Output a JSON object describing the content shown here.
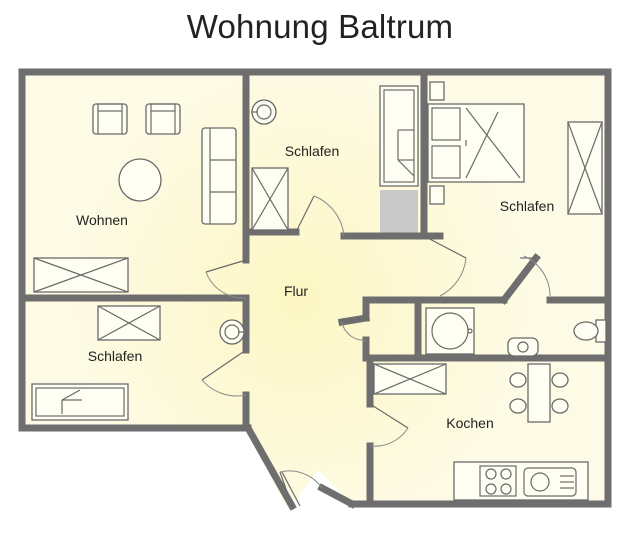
{
  "title": "Wohnung Baltrum",
  "rooms": {
    "wohnen": "Wohnen",
    "schlafen_1": "Schlafen",
    "schlafen_2": "Schlafen",
    "schlafen_3": "Schlafen",
    "flur": "Flur",
    "kochen": "Kochen"
  },
  "colors": {
    "wall": "#6e6e6e",
    "floor": "#fdfbe2",
    "floor_glow": "#fbf6c8",
    "shower_tray": "#c9c9c9"
  }
}
